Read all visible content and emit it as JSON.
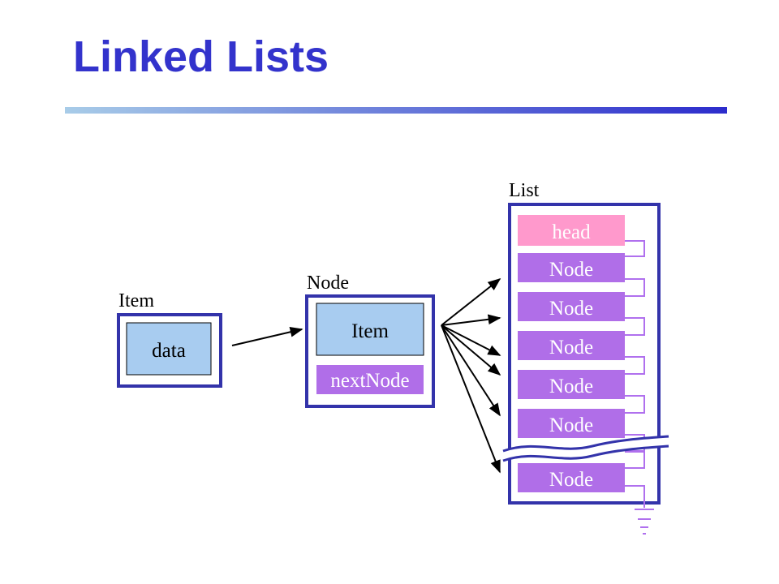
{
  "slide": {
    "title": "Linked Lists"
  },
  "labels": {
    "item": "Item",
    "node": "Node",
    "list": "List"
  },
  "item_box": {
    "field": "data"
  },
  "node_box": {
    "fields": [
      "Item",
      "nextNode"
    ]
  },
  "list_box": {
    "head": "head",
    "nodes": [
      "Node",
      "Node",
      "Node",
      "Node",
      "Node",
      "Node"
    ]
  },
  "colors": {
    "title": "#3333cc",
    "frame": "#3333aa",
    "item_field": "#a8ccf0",
    "node_field": "#b06ee8",
    "head": "#ff99cc",
    "pointer": "#b070ee",
    "rule_start": "#a8cce8",
    "rule_end": "#2c2ccc"
  }
}
